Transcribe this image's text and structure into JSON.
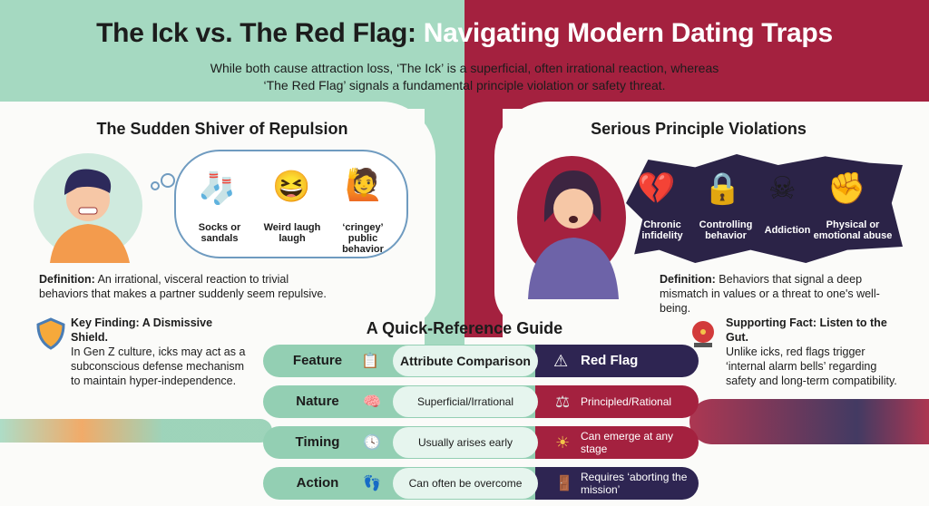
{
  "header": {
    "title_dark": "The Ick vs. The Red Flag:",
    "title_light": "Navigating Modern Dating Traps",
    "subtitle_1": "While both cause attraction loss, ‘The Ick’ is a superficial, often irrational reaction, whereas",
    "subtitle_2": "‘The Red Flag’ signals a fundamental principle violation or safety threat."
  },
  "ick": {
    "heading": "The Sudden Shiver of Repulsion",
    "examples": [
      "Socks or sandals",
      "Weird laugh laugh",
      "‘cringey’ public behavior"
    ],
    "definition_label": "Definition:",
    "definition": "An irrational, visceral reaction to trivial behaviors that makes a partner suddenly seem repulsive.",
    "finding_title": "Key Finding: A Dismissive Shield.",
    "finding_text": "In Gen Z culture, icks may act as a subconscious defense mechanism to maintain hyper-independence."
  },
  "redflag": {
    "heading": "Serious Principle Violations",
    "examples": [
      "Chronic infidelity",
      "Controlling behavior",
      "Addiction",
      "Physical or emotional abuse"
    ],
    "definition_label": "Definition:",
    "definition": "Behaviors that signal a deep mismatch in values or a threat to one's well-being.",
    "fact_title": "Supporting Fact: Listen to the Gut.",
    "fact_text": "Unlike icks, red flags trigger ‘internal alarm bells’ regarding safety and long-term compatibility."
  },
  "guide": {
    "title": "A Quick-Reference Guide",
    "rows": [
      {
        "feature": "Feature",
        "ick": "Attribute Comparison",
        "red": "Red Flag"
      },
      {
        "feature": "Nature",
        "ick": "Superficial/Irrational",
        "red": "Principled/Rational"
      },
      {
        "feature": "Timing",
        "ick": "Usually arises early",
        "red": "Can emerge at any stage"
      },
      {
        "feature": "Action",
        "ick": "Can often be overcome",
        "red": "Requires ‘aborting the mission’"
      }
    ]
  },
  "colors": {
    "mint": "#a5d9c1",
    "crimson": "#a4213f",
    "navy": "#2e2552"
  }
}
